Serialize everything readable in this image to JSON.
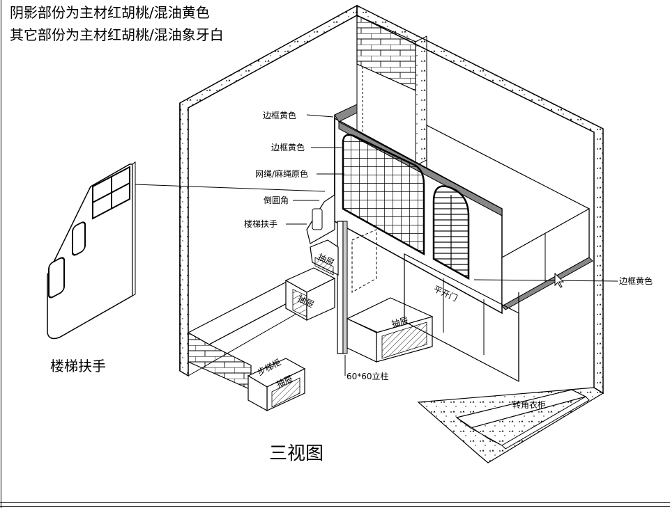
{
  "notes": {
    "line1": "阴影部份为主材红胡桃/混油黄色",
    "line2": "其它部份为主材红胡桃/混油象牙白"
  },
  "callouts": {
    "frame_yellow_top": "边框黄色",
    "frame_yellow_mid": "边框黄色",
    "net_rope": "网绳/麻绳原色",
    "rounded_corner": "倒圆角",
    "stair_handrail": "楼梯扶手",
    "frame_yellow_right": "边框黄色",
    "post": "60*60立柱",
    "corner_wardrobe": "转角衣柜",
    "flat_door": "平开门"
  },
  "box_labels": {
    "drawer_a": "抽屉",
    "drawer_b": "抽屉",
    "drawer_c": "抽屉",
    "drawer_d": "抽屉",
    "step_drawer": "步梯柜"
  },
  "detail_caption": "楼梯扶手",
  "view_caption": "三视图"
}
